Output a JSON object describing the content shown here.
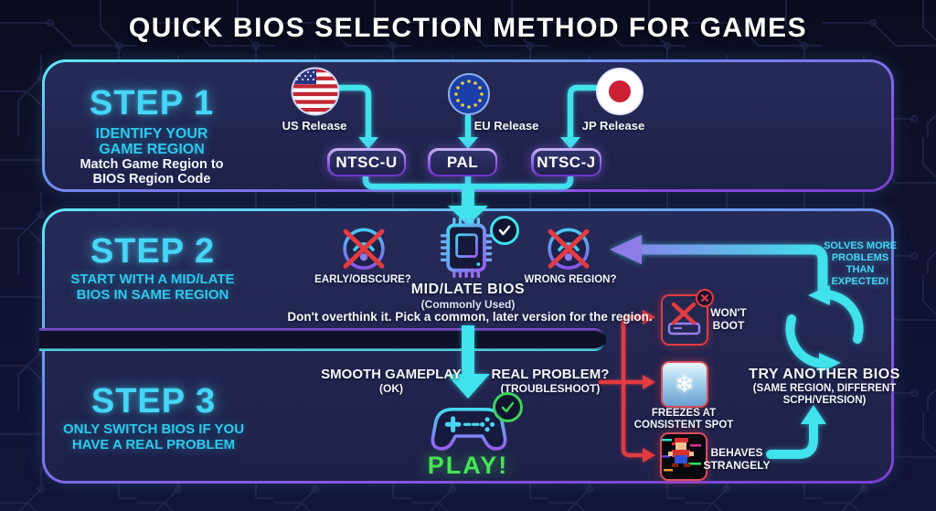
{
  "title": "QUICK BIOS SELECTION METHOD FOR GAMES",
  "colors": {
    "background": "#0e1028",
    "panel": "#22264f",
    "accent_cyan": "#3fe2ec",
    "accent_purple": "#8a4fe0",
    "accent_red": "#e23b40",
    "success_green": "#46e556",
    "heading_cyan": "#45d6f7",
    "text_white": "#ffffff"
  },
  "step1": {
    "heading": "STEP 1",
    "subheading": "IDENTIFY YOUR GAME REGION",
    "description": "Match Game Region to BIOS Region Code",
    "regions": [
      {
        "icon": "us-flag",
        "label": "US Release",
        "bios_code": "NTSC-U"
      },
      {
        "icon": "eu-flag",
        "label": "EU Release",
        "bios_code": "PAL"
      },
      {
        "icon": "jp-flag",
        "label": "JP Release",
        "bios_code": "NTSC-J"
      }
    ]
  },
  "step2": {
    "heading": "STEP 2",
    "subheading": "START WITH A MID/LATE BIOS IN SAME REGION",
    "early_option": "EARLY/OBSCURE?",
    "main_option": "MID/LATE BIOS",
    "main_option_note": "(Commonly Used)",
    "wrong_option": "WRONG REGION?",
    "tip": "Don't overthink it. Pick a common, later version for the region.",
    "loop_note": "SOLVES MORE PROBLEMS THAN EXPECTED!",
    "retry_title": "TRY ANOTHER BIOS",
    "retry_subtitle": "(SAME REGION, DIFFERENT SCPH/VERSION)"
  },
  "step3": {
    "heading": "STEP 3",
    "subheading": "ONLY SWITCH BIOS IF YOU HAVE A REAL PROBLEM",
    "ok_label": "SMOOTH GAMEPLAY",
    "ok_note": "(OK)",
    "problem_label": "REAL PROBLEM?",
    "problem_note": "(TROUBLESHOOT)",
    "play_label": "PLAY!",
    "problems": [
      {
        "icon": "crossed-console",
        "label": "WON'T BOOT"
      },
      {
        "icon": "frozen-snowflake",
        "label": "FREEZES AT CONSISTENT SPOT"
      },
      {
        "icon": "glitched-game",
        "label": "BEHAVES STRANGELY"
      }
    ]
  }
}
